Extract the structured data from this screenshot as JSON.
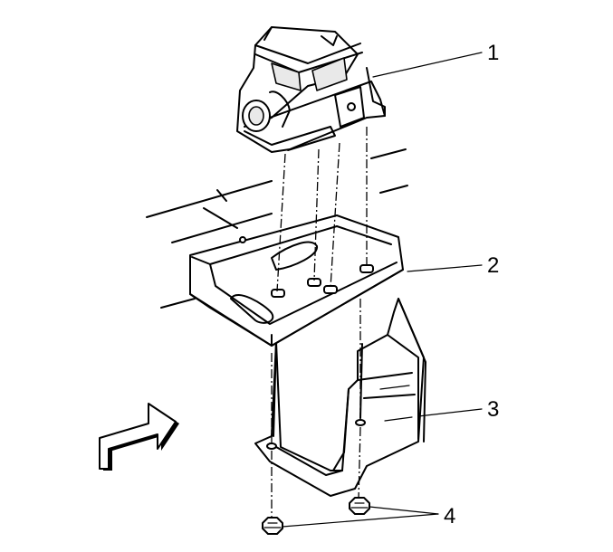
{
  "callouts": [
    {
      "id": "1",
      "label": "1"
    },
    {
      "id": "2",
      "label": "2"
    },
    {
      "id": "3",
      "label": "3"
    },
    {
      "id": "4",
      "label": "4"
    }
  ],
  "icons": {
    "direction_arrow": "view-direction-arrow-icon"
  }
}
